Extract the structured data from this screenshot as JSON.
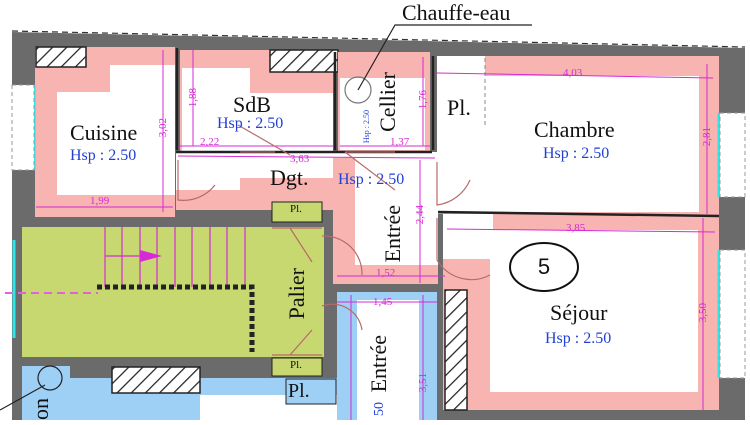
{
  "plan": {
    "callout": "Chauffe-eau",
    "unit_number": "5",
    "colors": {
      "wall": "#6b6b6b",
      "wet_room": "#f8b4b0",
      "landing": "#c8d870",
      "neighbor": "#9ed0f6",
      "dimension": "#d62ad6",
      "window": "#2ee6e6",
      "hsp_text": "#1f3fd6",
      "door": "#b86a6a"
    },
    "rooms": [
      {
        "name": "Cuisine",
        "hsp": "Hsp : 2.50"
      },
      {
        "name": "SdB",
        "hsp": "Hsp : 2.50"
      },
      {
        "name": "Cellier",
        "hsp": "Hsp : 2.50"
      },
      {
        "name": "Pl.",
        "hsp": ""
      },
      {
        "name": "Chambre",
        "hsp": "Hsp : 2.50"
      },
      {
        "name": "Dgt.",
        "hsp": "Hsp : 2.50"
      },
      {
        "name": "Entrée",
        "hsp": ""
      },
      {
        "name": "Palier",
        "hsp": ""
      },
      {
        "name": "Séjour",
        "hsp": "Hsp : 2.50"
      },
      {
        "name": "Entrée",
        "hsp": ""
      },
      {
        "name": "Pl.",
        "hsp": ""
      },
      {
        "name": "Pl.",
        "hsp": ""
      },
      {
        "name": "Pl.",
        "hsp": ""
      }
    ],
    "dimensions": {
      "cuisine_height": "3,02",
      "cuisine_width": "1,99",
      "sdb_height": "1,88",
      "sdb_width": "2,22",
      "dgt_width": "3,63",
      "cellier_width": "1,37",
      "cellier_height": "1,76",
      "chambre_width": "4,03",
      "chambre_height": "2,81",
      "entree_height": "2,44",
      "entree_width": "1,52",
      "sejour_width": "3,85",
      "sejour_height": "3,50",
      "entree2_width": "1,45",
      "entree2_height": "3,51"
    },
    "cellier_hsp_small": "Hsp : 2.50",
    "partial_labels": {
      "bottom_left": "on",
      "bottom_hsp": "50"
    }
  }
}
